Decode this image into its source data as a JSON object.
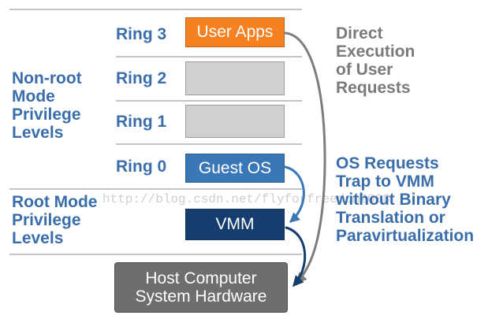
{
  "rings": [
    {
      "label": "Ring 3",
      "occupant": "User Apps"
    },
    {
      "label": "Ring 2"
    },
    {
      "label": "Ring 1"
    },
    {
      "label": "Ring 0",
      "occupant": "Guest OS"
    }
  ],
  "modes": {
    "non_root": [
      "Non-root",
      "Mode",
      "Privilege",
      "Levels"
    ],
    "root": [
      "Root Mode",
      "Privilege",
      "Levels"
    ]
  },
  "vmm": {
    "label": "VMM"
  },
  "hardware": {
    "lines": [
      "Host Computer",
      "System Hardware"
    ]
  },
  "annotations": {
    "direct_execution": [
      "Direct",
      "Execution",
      "of User",
      "Requests"
    ],
    "os_trap": [
      "OS Requests",
      "Trap to VMM",
      "without Binary",
      "Translation or",
      "Paravirtualization"
    ]
  },
  "watermark": "http://blog.csdn.net/flyforfreedom2008",
  "colors": {
    "label_blue": "#3a6eab",
    "user_apps_orange": "#f68121",
    "empty_ring_gray": "#d0d0d0",
    "guest_os_blue": "#3a77b7",
    "vmm_navy": "#153e6e",
    "hardware_gray": "#6e6e6e",
    "note_gray": "#7a7a7a",
    "divider_gray": "#c4c4c4",
    "arrow_gray": "#7d7d7d",
    "watermark_gray": "#cfcfcf"
  }
}
